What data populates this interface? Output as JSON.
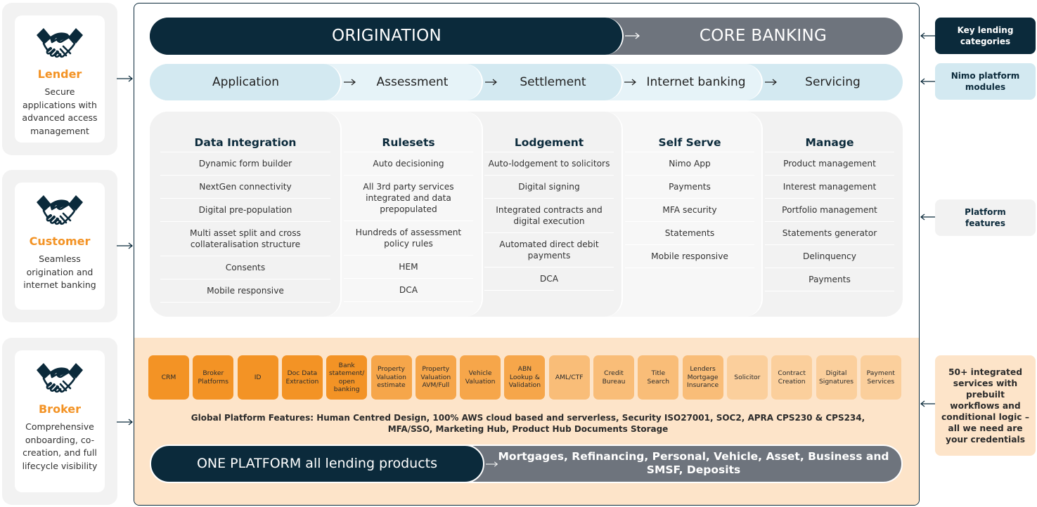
{
  "personas": [
    {
      "title": "Lender",
      "icon": "handshake-icon",
      "description": "Secure applications with advanced access management"
    },
    {
      "title": "Customer",
      "icon": "handshake-icon",
      "description": "Seamless origination and internet banking"
    },
    {
      "title": "Broker",
      "icon": "handshake-icon",
      "description": "Comprehensive onboarding, co-creation, and full lifecycle visibility"
    }
  ],
  "categories": {
    "origination": "ORIGINATION",
    "core_banking": "CORE BANKING"
  },
  "modules": [
    "Application",
    "Assessment",
    "Settlement",
    "Internet banking",
    "Servicing"
  ],
  "feature_columns": [
    {
      "title": "Data Integration",
      "items": [
        "Dynamic form builder",
        "NextGen connectivity",
        "Digital pre-population",
        "Multi asset split and cross collateralisation structure",
        "Consents",
        "Mobile responsive"
      ]
    },
    {
      "title": "Rulesets",
      "items": [
        "Auto decisioning",
        "All 3rd party services integrated and data prepopulated",
        "Hundreds of assessment policy rules",
        "HEM",
        "DCA"
      ]
    },
    {
      "title": "Lodgement",
      "items": [
        "Auto-lodgement to solicitors",
        "Digital signing",
        "Integrated contracts and digital execution",
        "Automated direct debit payments",
        "DCA"
      ]
    },
    {
      "title": "Self Serve",
      "items": [
        "Nimo App",
        "Payments",
        "MFA security",
        "Statements",
        "Mobile responsive"
      ]
    },
    {
      "title": "Manage",
      "items": [
        "Product management",
        "Interest management",
        "Portfolio management",
        "Statements generator",
        "Delinquency",
        "Payments"
      ]
    }
  ],
  "integrations": [
    {
      "label": "CRM",
      "color": "#f39325"
    },
    {
      "label": "Broker Platforms",
      "color": "#f39325"
    },
    {
      "label": "ID",
      "color": "#f39325"
    },
    {
      "label": "Doc Data Extraction",
      "color": "#f39325"
    },
    {
      "label": "Bank statement/ open banking",
      "color": "#f39325"
    },
    {
      "label": "Property Valuation estimate",
      "color": "#f6a64a"
    },
    {
      "label": "Property Valuation AVM/Full",
      "color": "#f6a64a"
    },
    {
      "label": "Vehicle Valuation",
      "color": "#f6a64a"
    },
    {
      "label": "ABN Lookup & Validation",
      "color": "#f6a64a"
    },
    {
      "label": "AML/CTF",
      "color": "#f9bd78"
    },
    {
      "label": "Credit Bureau",
      "color": "#f9bd78"
    },
    {
      "label": "Title Search",
      "color": "#f9bd78"
    },
    {
      "label": "Lenders Mortgage Insurance",
      "color": "#f9bd78"
    },
    {
      "label": "Solicitor",
      "color": "#fbcf9c"
    },
    {
      "label": "Contract Creation",
      "color": "#fbcf9c"
    },
    {
      "label": "Digital Signatures",
      "color": "#fbcf9c"
    },
    {
      "label": "Payment Services",
      "color": "#fbcf9c"
    }
  ],
  "global_features": "Global Platform Features: Human Centred Design, 100% AWS cloud based and serverless, Security ISO27001, SOC2, APRA CPS230 & CPS234, MFA/SSO, Marketing Hub, Product Hub Documents Storage",
  "products": {
    "left": "ONE PLATFORM all lending products",
    "right": "Mortgages,  Refinancing, Personal, Vehicle, Asset, Business and SMSF, Deposits"
  },
  "legends": [
    {
      "label": "Key lending categories"
    },
    {
      "label": "Nimo platform modules"
    },
    {
      "label": "Platform features"
    },
    {
      "label": "50+ integrated services with prebuilt workflows and conditional logic – all we need are your credentials"
    }
  ],
  "colors": {
    "navy": "#0b2a3b",
    "slate": "#6e747d",
    "orange": "#f39325",
    "light_blue": "#d3e9f1",
    "lighter_blue": "#e6f3f8",
    "peach": "#fde4c9",
    "grey_panel": "#f2f2f2"
  }
}
